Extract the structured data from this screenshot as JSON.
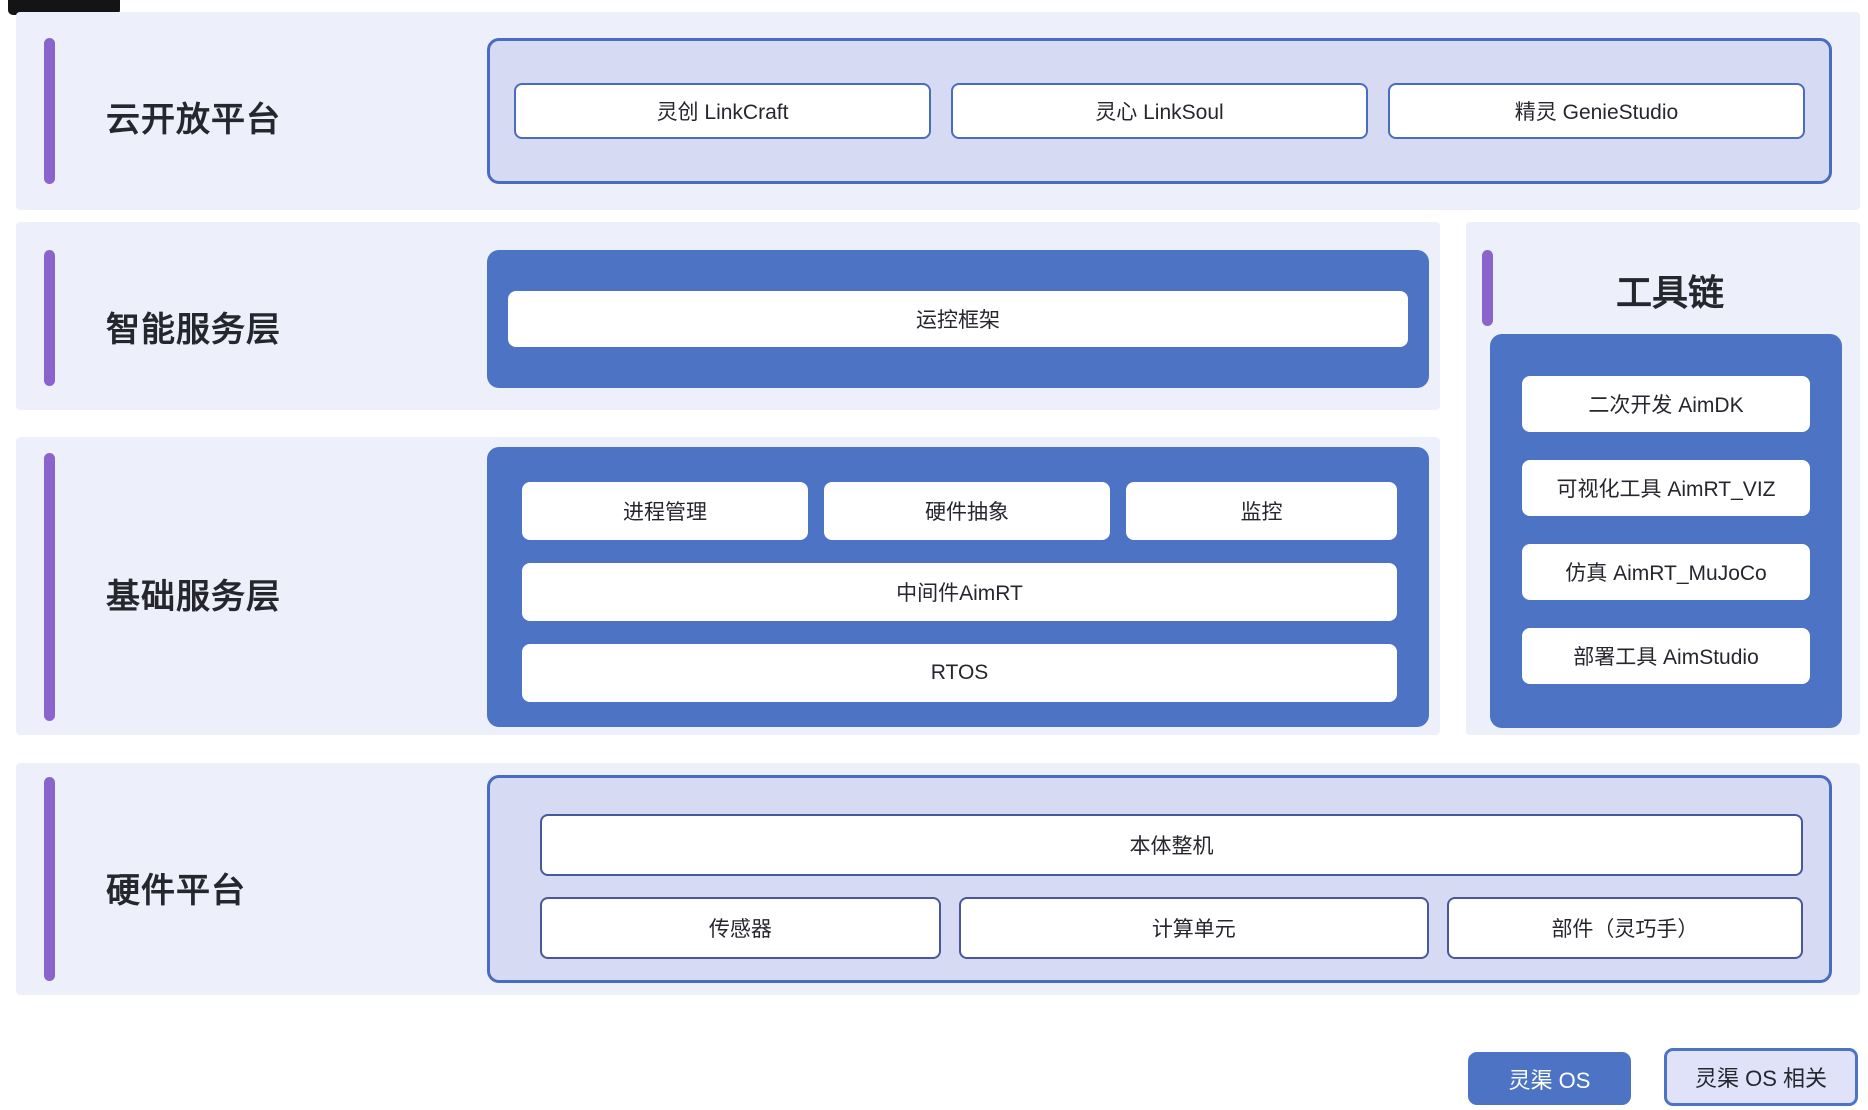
{
  "colors": {
    "row_bg": "#edf0fa",
    "blue": "#4d73c5",
    "lavender": "#d6daf3",
    "purple_accent": "#8a64cc",
    "legend_light_bg": "#dfe2f8"
  },
  "cloud_platform": {
    "label": "云开放平台",
    "items": [
      "灵创 LinkCraft",
      "灵心 LinkSoul",
      "精灵 GenieStudio"
    ]
  },
  "intelligent_service": {
    "label": "智能服务层",
    "items": [
      "运控框架"
    ]
  },
  "basic_service": {
    "label": "基础服务层",
    "top_items": [
      "进程管理",
      "硬件抽象",
      "监控"
    ],
    "middleware": "中间件AimRT",
    "rtos": "RTOS"
  },
  "toolchain": {
    "title": "工具链",
    "items": [
      "二次开发 AimDK",
      "可视化工具 AimRT_VIZ",
      "仿真 AimRT_MuJoCo",
      "部署工具 AimStudio"
    ]
  },
  "hardware_platform": {
    "label": "硬件平台",
    "top_item": "本体整机",
    "bottom_items": [
      "传感器",
      "计算单元",
      "部件（灵巧手）"
    ]
  },
  "legend": {
    "os_label": "灵渠 OS",
    "related_label": "灵渠 OS 相关"
  }
}
